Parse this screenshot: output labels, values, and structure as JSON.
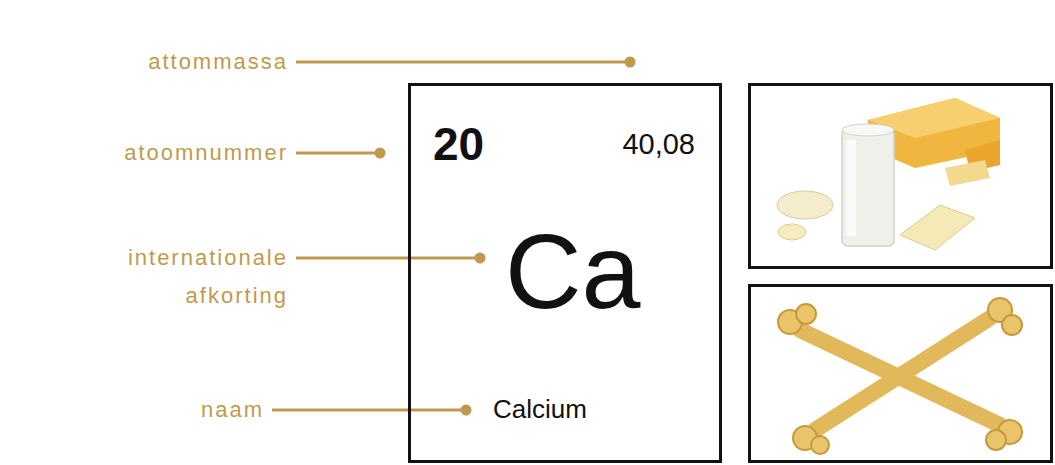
{
  "diagram": {
    "nodes": [
      {
        "text": [
          "20",
          "40,08",
          "Ca",
          "Calcium"
        ]
      }
    ],
    "labels": [
      "attommassa",
      "atoomnummer",
      "internationale afkorting",
      "naam"
    ]
  }
}
